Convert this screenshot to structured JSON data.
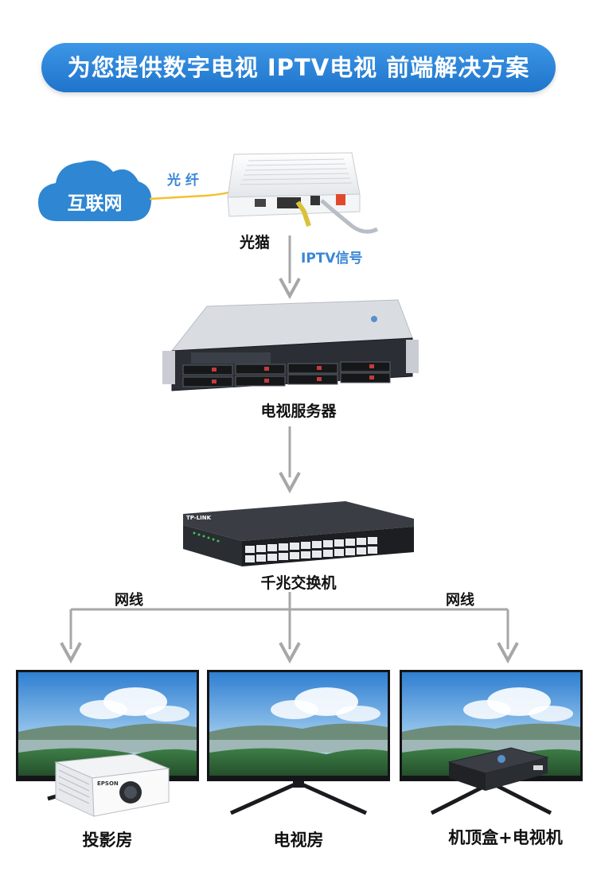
{
  "banner": {
    "title": "为您提供数字电视 IPTV电视 前端解决方案"
  },
  "cloud": {
    "label": "互联网"
  },
  "fiber": {
    "label": "光 纤"
  },
  "modem": {
    "label": "光猫"
  },
  "signal": {
    "label": "IPTV信号"
  },
  "server": {
    "label": "电视服务器"
  },
  "switch": {
    "label": "千兆交换机",
    "brand": "TP-LINK"
  },
  "cable_left": {
    "label": "网线"
  },
  "cable_right": {
    "label": "网线"
  },
  "rooms": [
    {
      "label": "投影房",
      "device": "EPSON"
    },
    {
      "label": "电视房"
    },
    {
      "label": "机顶盒+电视机"
    }
  ],
  "colors": {
    "banner": "#2a82d6",
    "cloud": "#2f86d2",
    "fiber_line": "#f2c12e",
    "arrow": "#a7a7a7",
    "label_blue": "#3b87d6"
  }
}
